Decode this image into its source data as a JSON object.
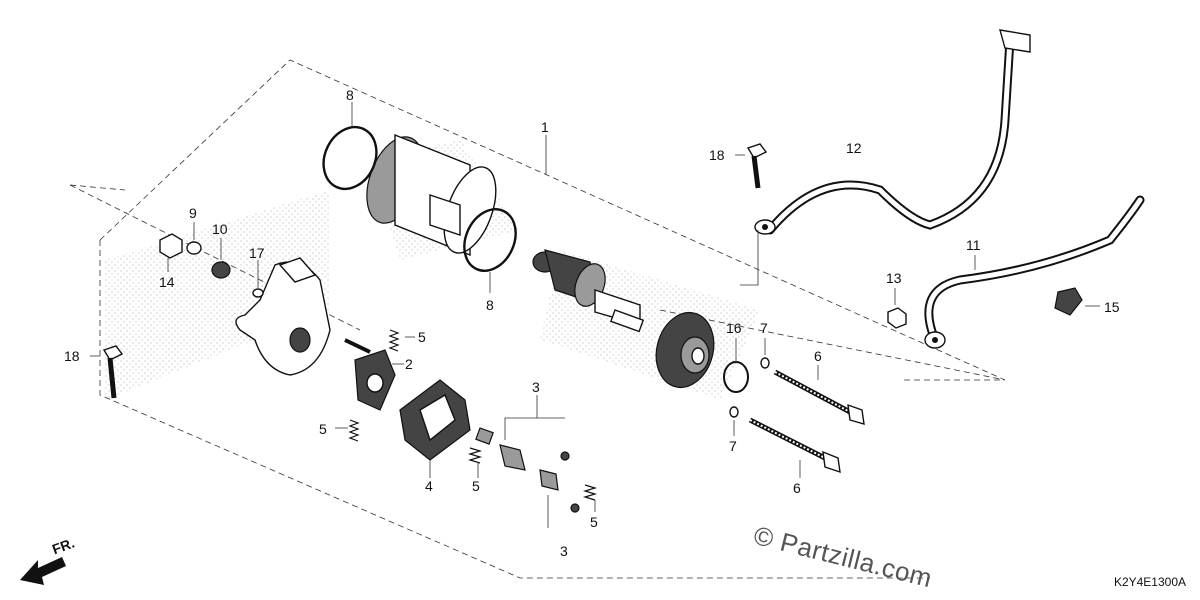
{
  "diagram": {
    "callouts": {
      "c1": "1",
      "c2": "2",
      "c3a": "3",
      "c3b": "3",
      "c4": "4",
      "c5a": "5",
      "c5b": "5",
      "c5c": "5",
      "c5d": "5",
      "c6a": "6",
      "c6b": "6",
      "c7a": "7",
      "c7b": "7",
      "c8a": "8",
      "c8b": "8",
      "c9": "9",
      "c10": "10",
      "c11": "11",
      "c12": "12",
      "c13": "13",
      "c14": "14",
      "c15": "15",
      "c16": "16",
      "c17": "17",
      "c18a": "18",
      "c18b": "18"
    },
    "direction_label": "FR.",
    "watermark": "© Partzilla.com",
    "diagram_code": "K2Y4E1300A"
  }
}
